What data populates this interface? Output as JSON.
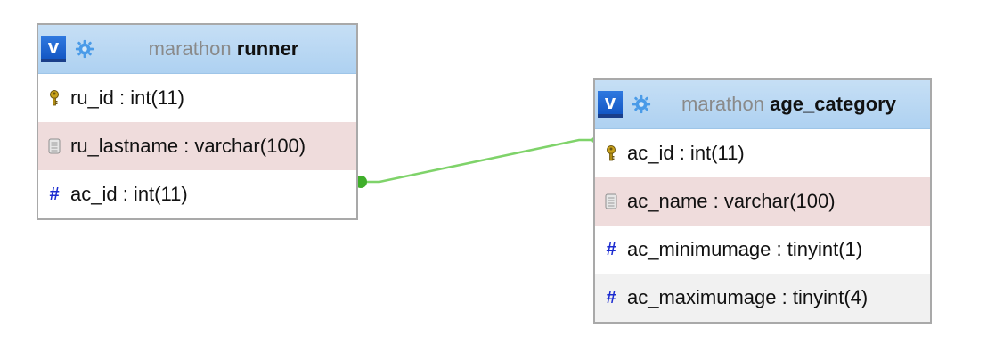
{
  "tables": [
    {
      "database": "marathon",
      "name": "runner",
      "toggle_label": "v",
      "columns": [
        {
          "icon": "key-icon",
          "text": "ru_id : int(11)"
        },
        {
          "icon": "field-icon",
          "text": "ru_lastname : varchar(100)"
        },
        {
          "icon": "hash-icon",
          "text": "ac_id : int(11)"
        }
      ]
    },
    {
      "database": "marathon",
      "name": "age_category",
      "toggle_label": "v",
      "columns": [
        {
          "icon": "key-icon",
          "text": "ac_id : int(11)"
        },
        {
          "icon": "field-icon",
          "text": "ac_name : varchar(100)"
        },
        {
          "icon": "hash-icon",
          "text": "ac_minimumage : tinyint(1)"
        },
        {
          "icon": "hash-icon",
          "text": "ac_maximumage : tinyint(4)"
        }
      ]
    }
  ],
  "hash_glyph": "#",
  "colors": {
    "relation_line": "#7fd36a",
    "relation_dot": "#3fae2a"
  }
}
